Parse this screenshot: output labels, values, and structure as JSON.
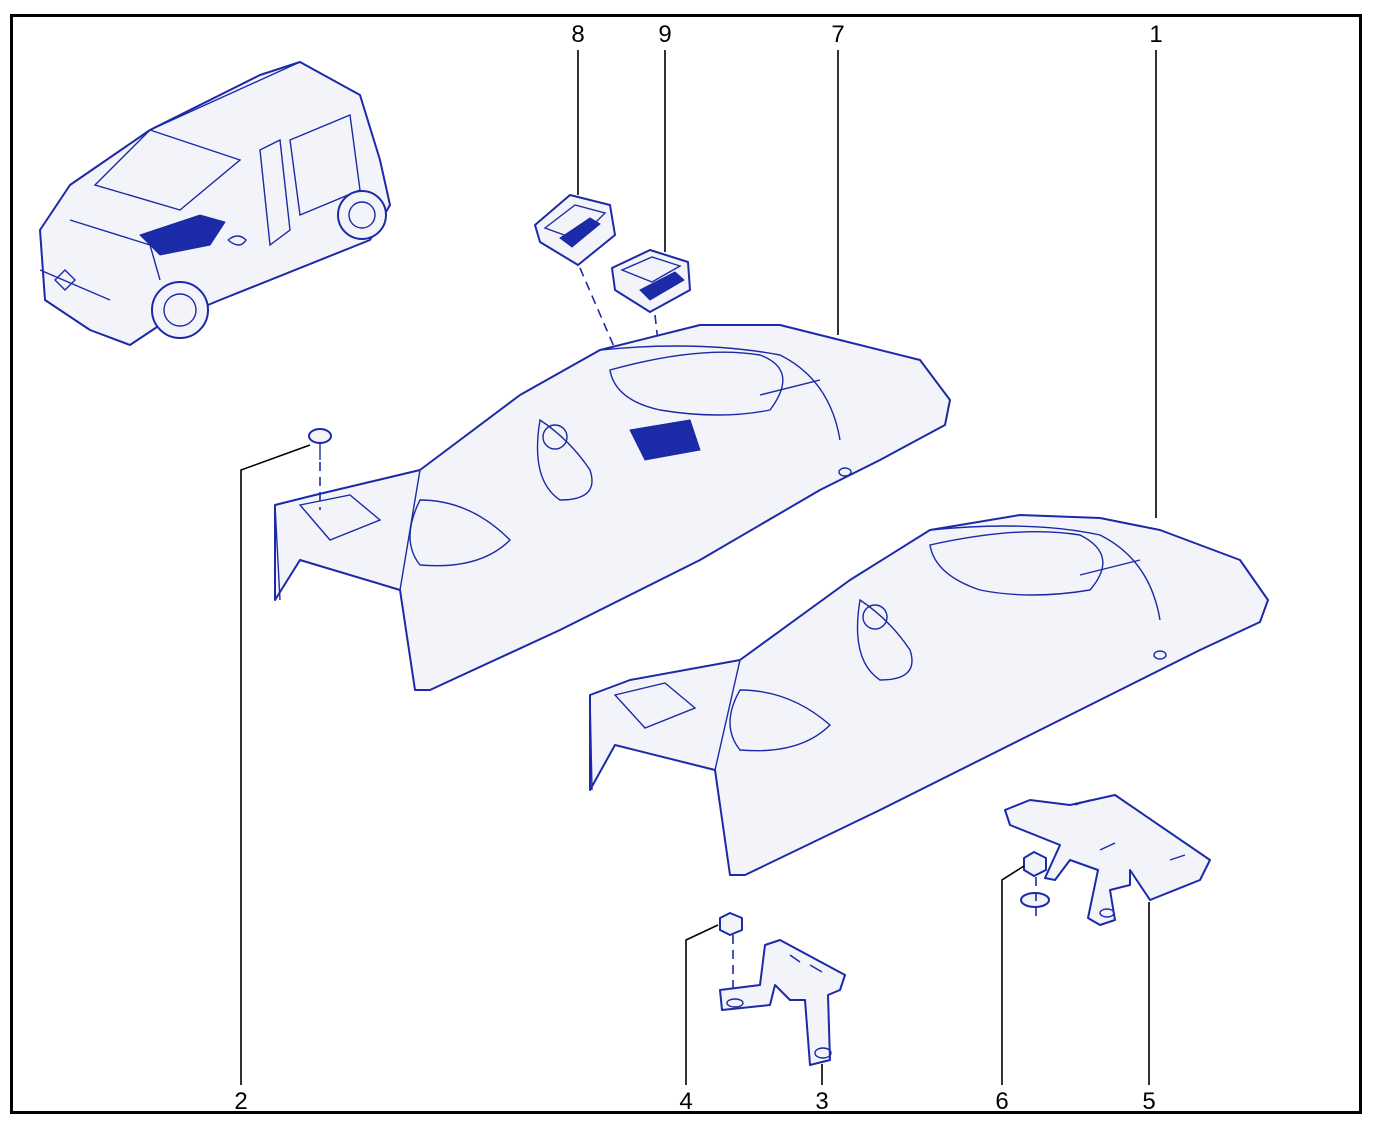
{
  "colors": {
    "line": "#1b2aa6",
    "fill": "#f3f4fa",
    "callout": "#000000"
  },
  "icons": {
    "vehicle": "car-locator-icon"
  },
  "callouts": {
    "c1": "1",
    "c2": "2",
    "c3": "3",
    "c4": "4",
    "c5": "5",
    "c6": "6",
    "c7": "7",
    "c8": "8",
    "c9": "9"
  }
}
